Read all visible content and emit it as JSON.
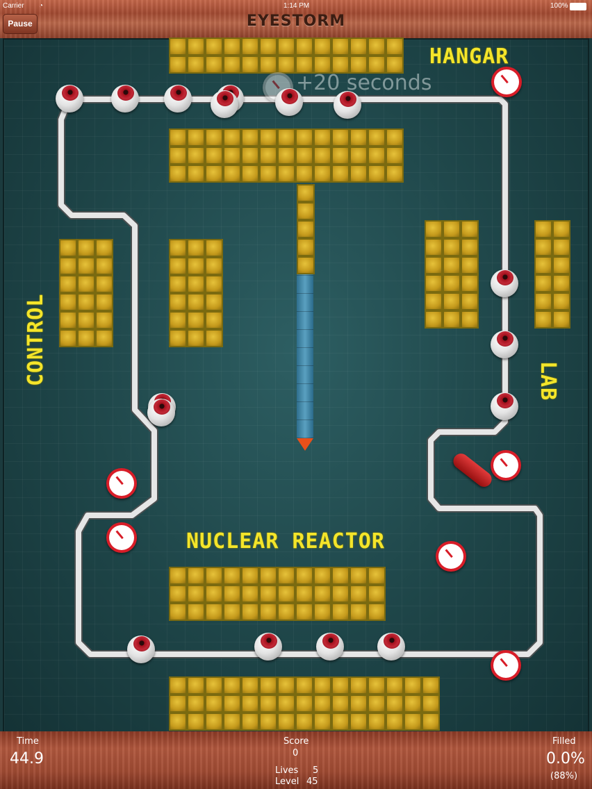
{
  "status": {
    "carrier": "Carrier",
    "time": "1:14 PM",
    "battery": "100%"
  },
  "header": {
    "pause_label": "Pause",
    "title": "EYESTORM"
  },
  "zones": {
    "hangar": "HANGAR",
    "control": "CONTROL",
    "lab": "LAB",
    "reactor": "NUCLEAR REACTOR"
  },
  "bonus_text": "+20 seconds",
  "hud": {
    "time_label": "Time",
    "time_value": "44.9",
    "score_label": "Score",
    "score_value": "0",
    "lives_label": "Lives",
    "lives_value": "5",
    "level_label": "Level",
    "level_value": "45",
    "filled_label": "Filled",
    "filled_value": "0.0%",
    "filled_target": "(88%)"
  },
  "colors": {
    "board": "#1e4548",
    "block": "#c59a1c",
    "label": "#f4e52a",
    "track": "#e8e8e8",
    "wood": "#a14a32"
  }
}
